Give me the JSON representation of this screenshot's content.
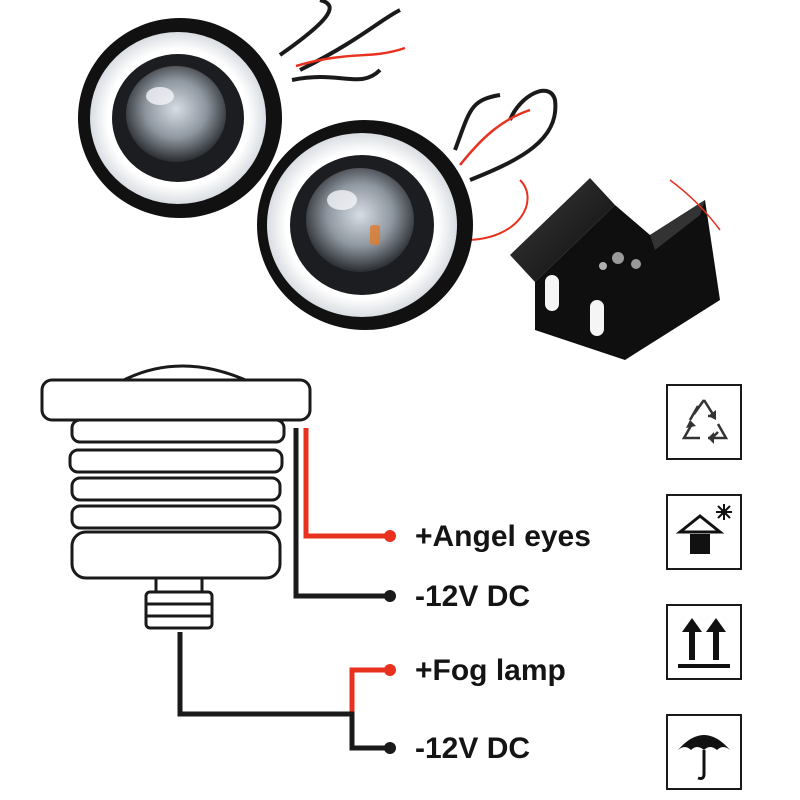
{
  "wiring": {
    "labels": [
      {
        "id": "angel-eyes-positive",
        "text": "+Angel eyes",
        "wire_color": "#e8321f"
      },
      {
        "id": "angel-eyes-negative",
        "text": "-12V DC",
        "wire_color": "#1a1a1a"
      },
      {
        "id": "fog-lamp-positive",
        "text": "+Fog lamp",
        "wire_color": "#e8321f"
      },
      {
        "id": "fog-lamp-negative",
        "text": "-12V DC",
        "wire_color": "#1a1a1a"
      }
    ]
  },
  "packaging_icons": [
    {
      "icon": "recycle-icon"
    },
    {
      "icon": "keep-out-of-sun-icon"
    },
    {
      "icon": "this-way-up-icon"
    },
    {
      "icon": "keep-dry-icon"
    }
  ],
  "colors": {
    "red_wire": "#e8321f",
    "black_wire": "#1a1a1a",
    "housing": "#111111",
    "halo_ring": "#f4f6f8"
  }
}
